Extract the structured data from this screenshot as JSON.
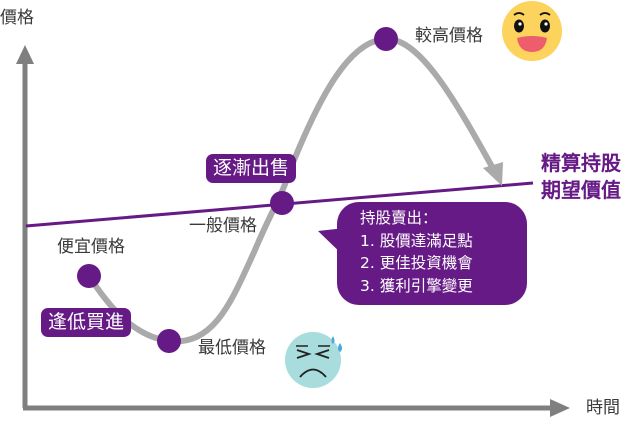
{
  "axes": {
    "y_label": "價格",
    "x_label": "時間"
  },
  "colors": {
    "accent": "#661a85",
    "curve": "#aaaaaa",
    "axis": "#7f7f7f",
    "happy_face": "#fcd35c",
    "sad_face": "#a9dcdd"
  },
  "points": {
    "cheap": "便宜價格",
    "lowest": "最低價格",
    "normal": "一般價格",
    "high": "較高價格"
  },
  "tags": {
    "buy": "逢低買進",
    "sell": "逐漸出售"
  },
  "target_line_label": [
    "精算持股",
    "期望價值"
  ],
  "bubble": {
    "title": "持股賣出：",
    "items": [
      "1. 股價達滿足點",
      "2. 更佳投資機會",
      "3. 獲利引擎變更"
    ]
  },
  "icons": {
    "happy": "happy-face-icon",
    "sad": "sweating-sad-face-icon"
  }
}
